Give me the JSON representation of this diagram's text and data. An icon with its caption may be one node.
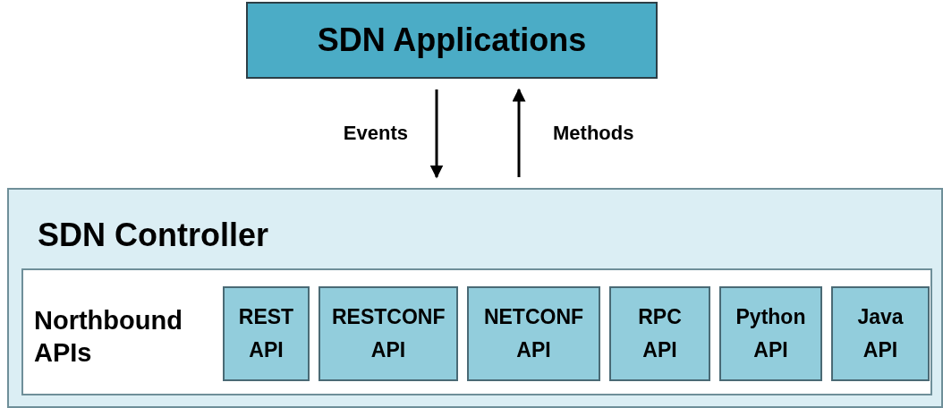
{
  "diagram": {
    "nodes": [
      {
        "text": [
          "SDN Applications"
        ]
      },
      {
        "text": [
          "SDN Controller"
        ]
      },
      {
        "text": [
          "Northbound APIs"
        ],
        "in": 1
      },
      {
        "text": [
          "REST API"
        ],
        "in": 2
      },
      {
        "text": [
          "RESTCONF API"
        ],
        "in": 2
      },
      {
        "text": [
          "NETCONF API"
        ],
        "in": 2
      },
      {
        "text": [
          "RPC API"
        ],
        "in": 2
      },
      {
        "text": [
          "Python API"
        ],
        "in": 2
      },
      {
        "text": [
          "Java API"
        ],
        "in": 2
      }
    ],
    "edges": [
      {
        "from": 0,
        "to": 1,
        "arrow": "to",
        "label": "Events"
      },
      {
        "from": 1,
        "to": 0,
        "arrow": "to",
        "label": "Methods"
      }
    ]
  }
}
